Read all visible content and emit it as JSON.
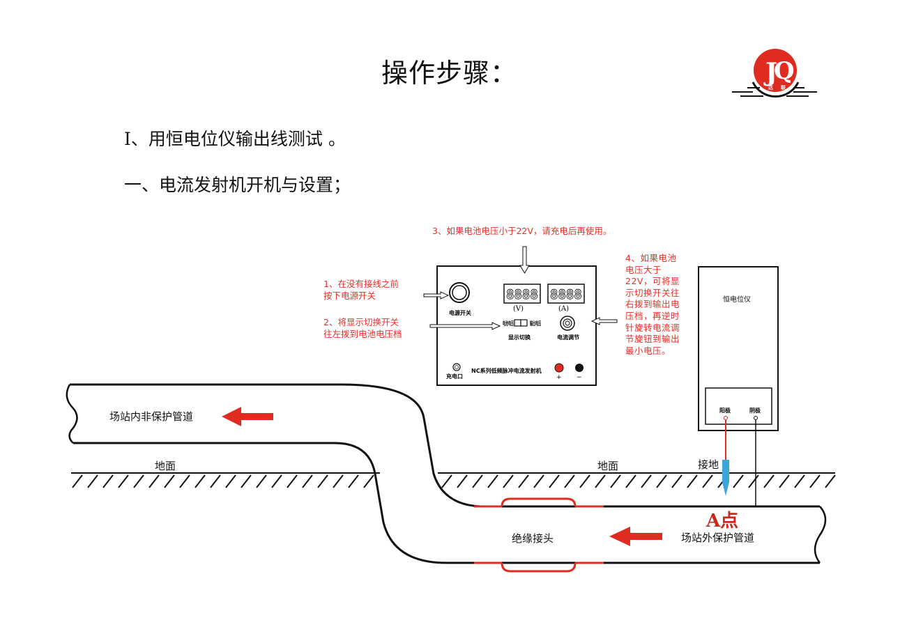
{
  "title": "操作步骤：",
  "logo": {
    "text_left": "达",
    "text_right": "联"
  },
  "step1": "Ⅰ、用恒电位仪输出线测试 。",
  "step2": "一、电流发射机开机与设置；",
  "notes": {
    "note3": "3、如果电池电压小于22V，请充电后再使用。",
    "note1_line1": "1、在没有接线之前",
    "note1_line2": "按下电源开关",
    "note2_line1": "2、将显示切换开关",
    "note2_line2": "往左拨到电池电压档",
    "note4": "4、如果电池电压大于22V，可将显示切换开关往右拨到输出电压档，再逆时针旋转电流调节旋钮到输出最小电压。"
  },
  "transmitter": {
    "power_switch": "电源开关",
    "display_v": "8888",
    "display_a": "8888",
    "unit_v": "(V)",
    "unit_a": "(A)",
    "switch_left": "电池电压",
    "switch_right": "输出电压",
    "display_switch": "显示切换",
    "current_adjust": "电流调节",
    "charge_port": "充电口",
    "model": "NC系列低频脉冲电流发射机",
    "plus": "+",
    "minus": "−"
  },
  "potentiostat": {
    "label": "恒电位仪",
    "anode": "阳极",
    "cathode": "阴极"
  },
  "diagram": {
    "pipe_inside": "场站内非保护管道",
    "pipe_outside": "场站外保护管道",
    "insulating_joint": "绝缘接头",
    "ground_left": "地面",
    "ground_right": "地面",
    "grounding": "接地",
    "point_a": "A点"
  },
  "colors": {
    "red": "#e8302a",
    "arrow_blue": "#a8d0d8",
    "dark_red": "#c42a1e",
    "electrode_blue": "#3aa6dc"
  }
}
